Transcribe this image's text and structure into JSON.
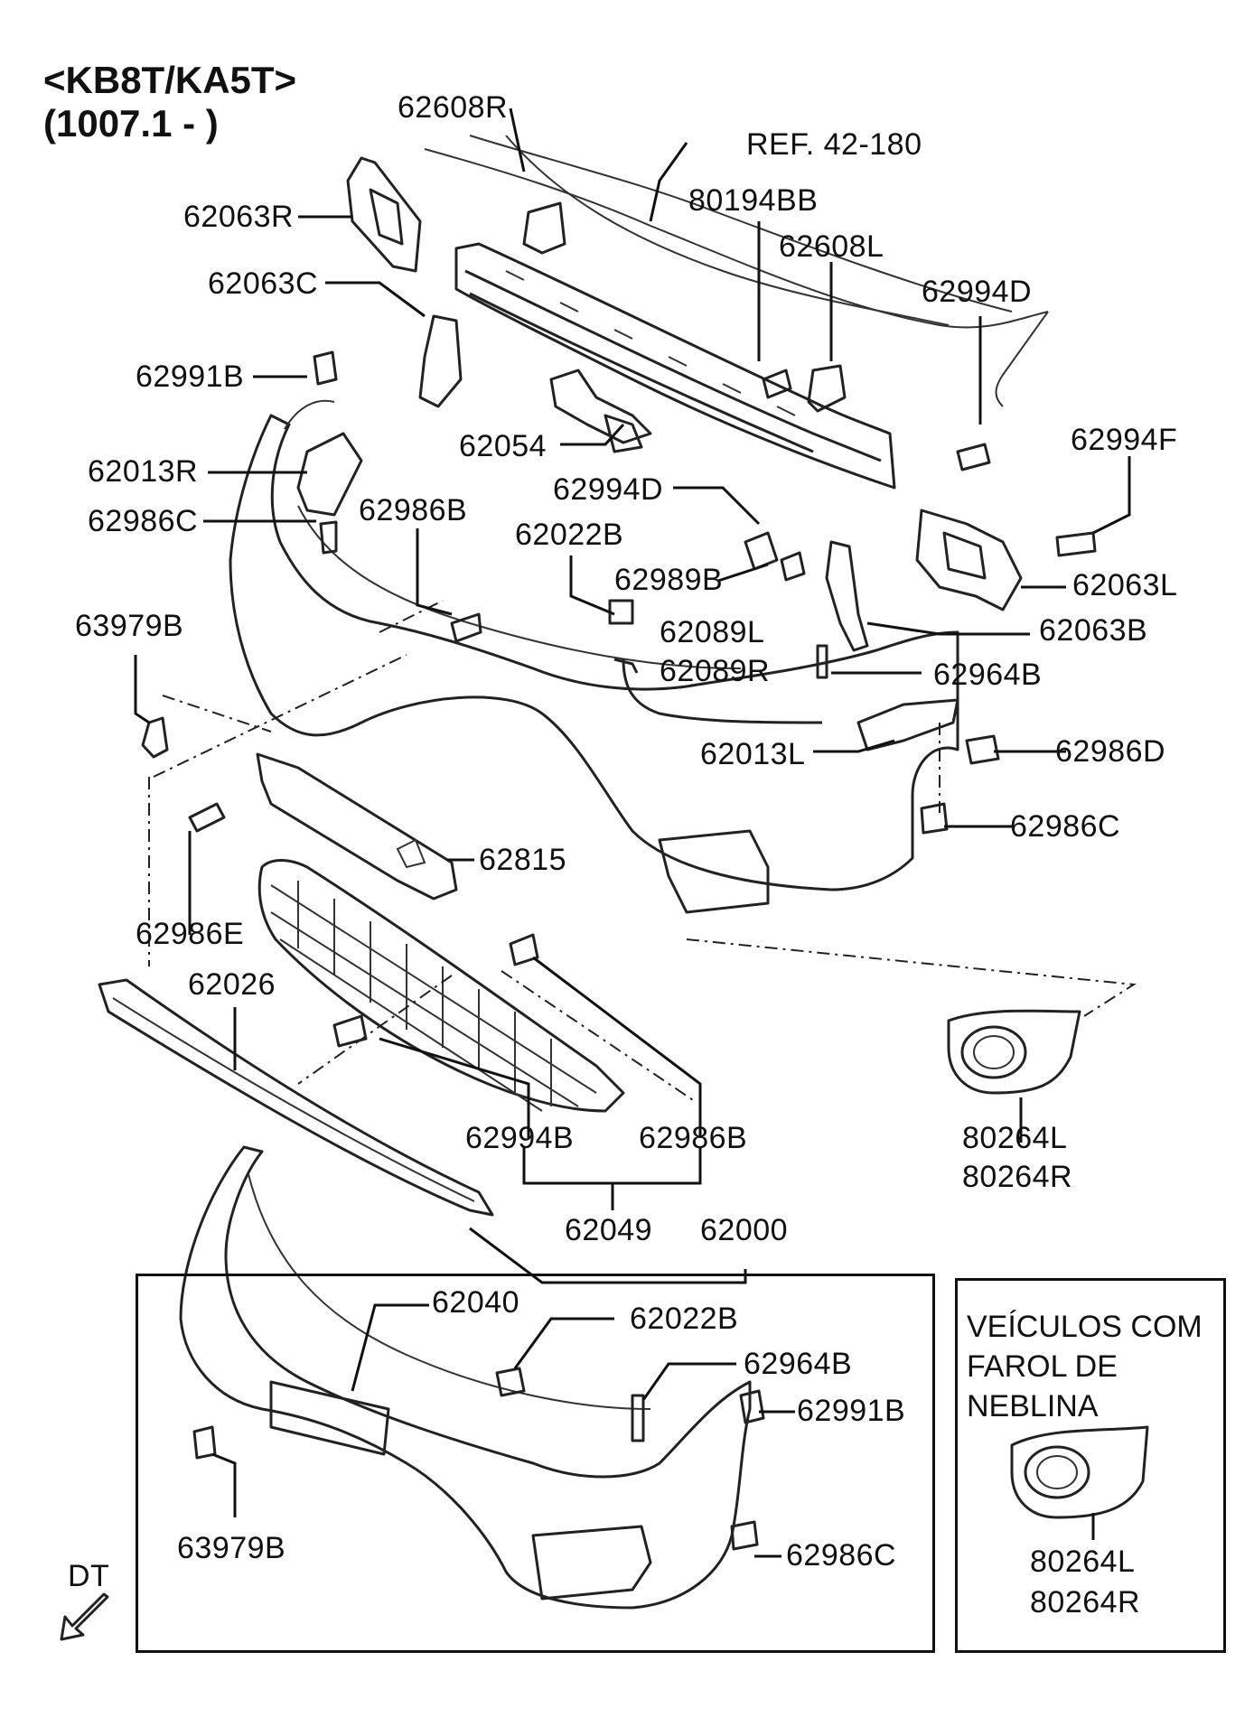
{
  "header": {
    "model": "<KB8T/KA5T>",
    "date_range": "(1007.1 - )"
  },
  "inset_note": {
    "line1": "VEÍCULOS COM",
    "line2": "FAROL DE",
    "line3": "NEBLINA"
  },
  "direction_label": "DT",
  "labels": {
    "p62608R": "62608R",
    "ref": "REF. 42-180",
    "p80194BB": "80194BB",
    "p62063R": "62063R",
    "p62608L": "62608L",
    "p62063C": "62063C",
    "p62994D_top": "62994D",
    "p62991B_top": "62991B",
    "p62994F": "62994F",
    "p62054": "62054",
    "p62013R": "62013R",
    "p62994D_mid": "62994D",
    "p62986C_left": "62986C",
    "p62986B_mid": "62986B",
    "p62022B_top": "62022B",
    "p62989B": "62989B",
    "p62063L": "62063L",
    "p63979B_top": "63979B",
    "p62089L": "62089L",
    "p62063B": "62063B",
    "p62089R": "62089R",
    "p62964B_top": "62964B",
    "p62013L": "62013L",
    "p62986D": "62986D",
    "p62986C_right": "62986C",
    "p62815": "62815",
    "p62986E": "62986E",
    "p62026": "62026",
    "p62994B": "62994B",
    "p62986B_low": "62986B",
    "p80264L_a": "80264L",
    "p80264R_a": "80264R",
    "p62049": "62049",
    "p62000": "62000",
    "p62040": "62040",
    "p62022B_low": "62022B",
    "p62964B_low": "62964B",
    "p62991B_low": "62991B",
    "p62986C_low": "62986C",
    "p63979B_low": "63979B",
    "p80264L_b": "80264L",
    "p80264R_b": "80264R"
  }
}
